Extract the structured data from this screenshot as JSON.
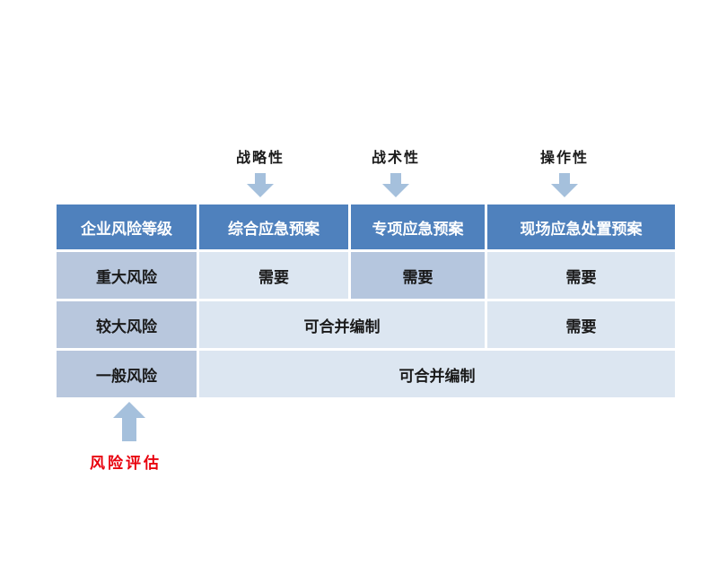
{
  "top_annotations": [
    {
      "label": "战略性",
      "icon": "down-arrow-icon"
    },
    {
      "label": "战术性",
      "icon": "down-arrow-icon"
    },
    {
      "label": "操作性",
      "icon": "down-arrow-icon"
    }
  ],
  "table": {
    "headers": [
      "企业风险等级",
      "综合应急预案",
      "专项应急预案",
      "现场应急处置预案"
    ],
    "rows": [
      {
        "label": "重大风险",
        "cells": [
          "需要",
          "需要",
          "需要"
        ]
      },
      {
        "label": "较大风险",
        "cells": [
          "可合并编制",
          "需要"
        ]
      },
      {
        "label": "一般风险",
        "cells": [
          "可合并编制"
        ]
      }
    ]
  },
  "bottom_annotation": {
    "label": "风险评估",
    "icon": "up-arrow-icon"
  },
  "colors": {
    "header_bg": "#4f81bd",
    "header_text": "#ffffff",
    "row_label_bg": "#b8c7dd",
    "cell_bg": "#dce6f1",
    "highlight_cell_bg": "#b5c6de",
    "cell_text": "#1a1a1a",
    "arrow_fill": "#a5c0dc",
    "annotation_red": "#e8000d"
  }
}
